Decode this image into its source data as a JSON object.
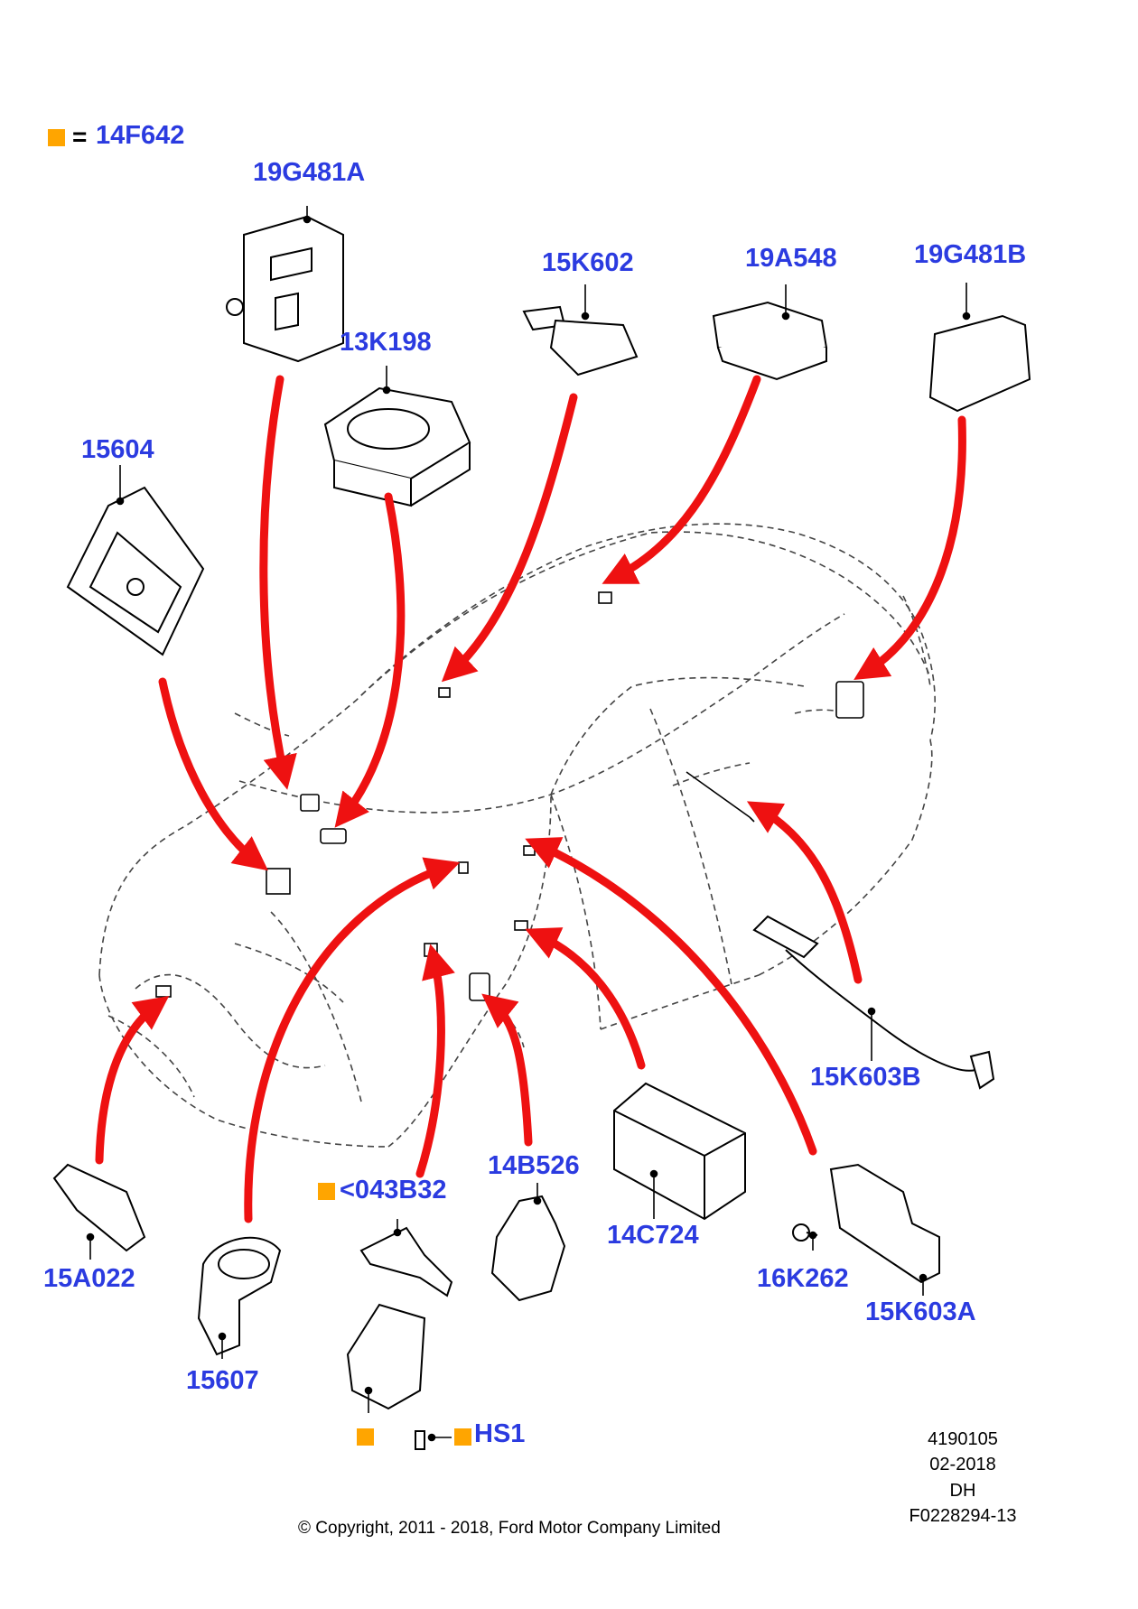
{
  "legend": {
    "equals": "=",
    "part": "14F642",
    "color": "#ffa500"
  },
  "labels": {
    "p19G481A": "19G481A",
    "p13K198": "13K198",
    "p15K602": "15K602",
    "p19A548": "19A548",
    "p19G481B": "19G481B",
    "p15604": "15604",
    "p15A022": "15A022",
    "p15607": "15607",
    "p043B32": "<043B32",
    "p14B526": "14B526",
    "p14C724": "14C724",
    "p16K262": "16K262",
    "p15K603A": "15K603A",
    "p15K603B": "15K603B",
    "pHS1": "HS1"
  },
  "meta": {
    "number": "4190105",
    "date": "02-2018",
    "initials": "DH",
    "ref": "F0228294-13"
  },
  "copyright": "© Copyright, 2011 - 2018, Ford Motor Company Limited",
  "colors": {
    "arrow": "#ee1111",
    "label": "#2b3be0",
    "swatch": "#ffa500"
  }
}
